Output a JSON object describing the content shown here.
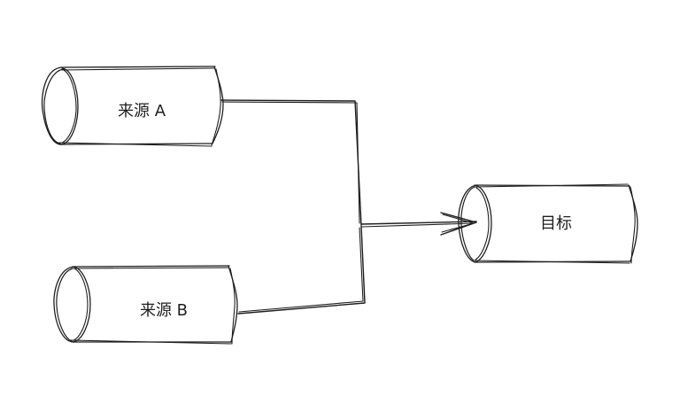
{
  "diagram": {
    "nodes": [
      {
        "id": "source-a",
        "label": "来源 A"
      },
      {
        "id": "source-b",
        "label": "来源 B"
      },
      {
        "id": "target",
        "label": "目标"
      }
    ],
    "edges": [
      {
        "from": "source-a",
        "to": "target"
      },
      {
        "from": "source-b",
        "to": "target"
      }
    ]
  }
}
